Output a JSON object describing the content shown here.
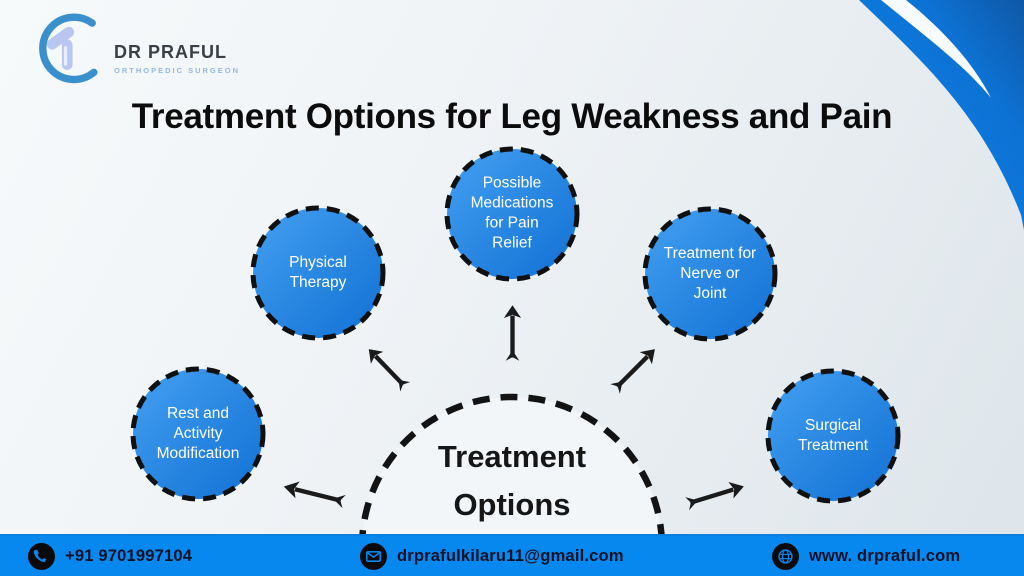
{
  "brand": {
    "name": "DR PRAFUL",
    "tagline": "ORTHOPEDIC SURGEON",
    "logo_icon": "knee-joint-swoosh-icon"
  },
  "title": "Treatment Options for Leg Weakness and Pain",
  "diagram": {
    "center": {
      "line1": "Treatment",
      "line2": "Options"
    },
    "nodes": [
      {
        "label": "Rest and Activity Modification"
      },
      {
        "label": "Physical Therapy"
      },
      {
        "label": "Possible Medications for Pain Relief"
      },
      {
        "label": "Treatment for Nerve or Joint"
      },
      {
        "label": "Surgical Treatment"
      }
    ]
  },
  "footer": {
    "phone": "+91 9701997104",
    "email": "drprafulkilaru11@gmail.com",
    "website": "www. drpraful.com"
  },
  "colors": {
    "node_fill_light": "#43a0f1",
    "node_fill_dark": "#1170d4",
    "node_border": "#101010",
    "node_text": "#ffffff",
    "hub_border": "#131313",
    "footer_bar": "#0788ee",
    "footer_text": "#0a1126",
    "corner_swoosh": "#0d86ec",
    "title_text": "#0c0c0c",
    "brand_name_text": "#3a3f46",
    "brand_tagline_text": "#93b9e2"
  }
}
